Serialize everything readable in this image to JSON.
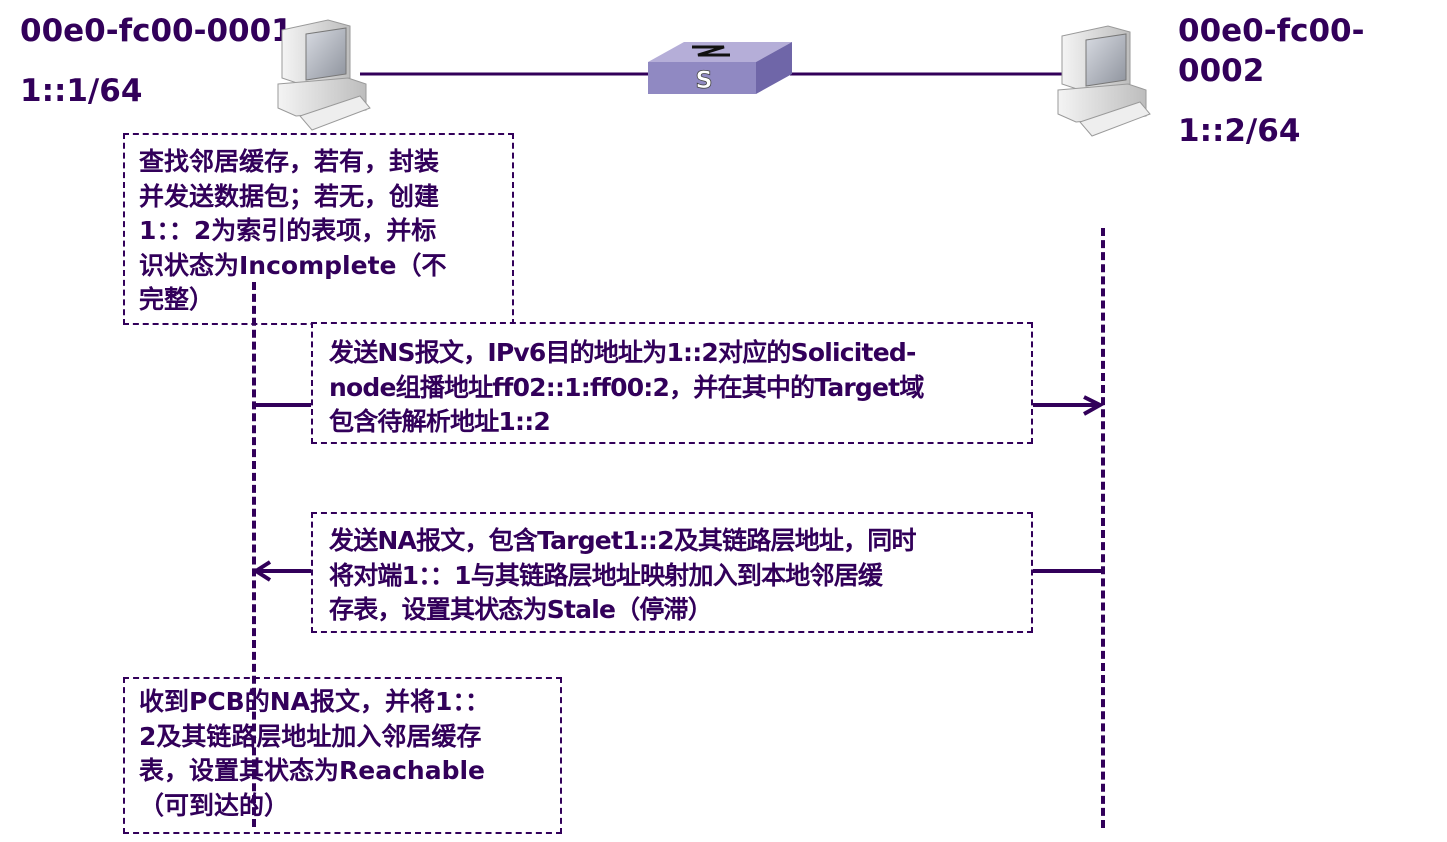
{
  "diagram": {
    "title_colors": {
      "text": "#32005a",
      "line": "#32005a",
      "switch": "#9e97c8"
    },
    "host_a": {
      "mac": "00e0-fc00-0001",
      "ip": "1::1/64",
      "icon": "computer-icon"
    },
    "host_b": {
      "mac_line1": "00e0-fc00-",
      "mac_line2": "0002",
      "ip": "1::2/64",
      "icon": "computer-icon"
    },
    "switch": {
      "label": "S",
      "icon": "switch-icon"
    },
    "steps": [
      {
        "id": "lookup",
        "lines": [
          "查找邻居缓存，若有，封装",
          "并发送数据包；若无，创建",
          "1：：2为索引的表项，并标",
          "识状态为Incomplete（不",
          "完整）"
        ]
      },
      {
        "id": "send-ns",
        "direction": "A to B",
        "lines": [
          "发送NS报文，IPv6目的地址为1::2对应的Solicited-",
          "node组播地址ff02::1:ff00:2，并在其中的Target域",
          "包含待解析地址1::2"
        ]
      },
      {
        "id": "send-na",
        "direction": "B to A",
        "lines": [
          "发送NA报文，包含Target1::2及其链路层地址，同时",
          "将对端1：：1与其链路层地址映射加入到本地邻居缓",
          "存表，设置其状态为Stale（停滞）"
        ]
      },
      {
        "id": "receive-na",
        "lines": [
          "收到PCB的NA报文，并将1：：",
          "2及其链路层地址加入邻居缓存",
          "表，设置其状态为Reachable",
          "（可到达的）"
        ]
      }
    ]
  }
}
